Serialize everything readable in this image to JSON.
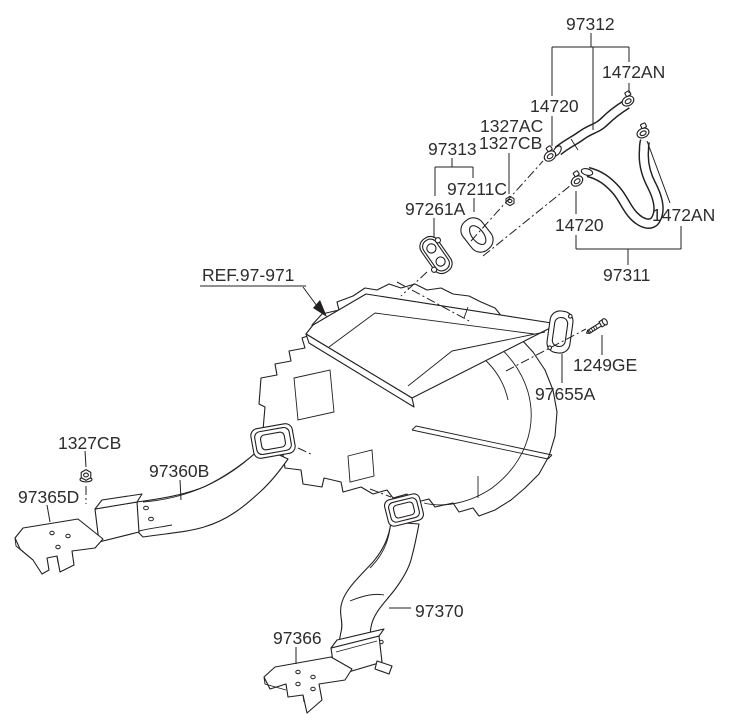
{
  "diagram": {
    "background_color": "#ffffff",
    "line_color": "#231f20",
    "label_color": "#2d2d2d",
    "reference": {
      "label": "REF.97-971"
    },
    "callouts": [
      {
        "id": "hose-97312",
        "label": "97312"
      },
      {
        "id": "clamp-1472an-top",
        "label": "1472AN"
      },
      {
        "id": "clamp-14720-top",
        "label": "14720"
      },
      {
        "id": "nut-1327ac",
        "label": "1327AC"
      },
      {
        "id": "nut-1327cb-top",
        "label": "1327CB"
      },
      {
        "id": "pipe-assy-97313",
        "label": "97313"
      },
      {
        "id": "seal-97211c",
        "label": "97211C"
      },
      {
        "id": "gasket-97261a",
        "label": "97261A"
      },
      {
        "id": "clamp-1472an-bot",
        "label": "1472AN"
      },
      {
        "id": "clamp-14720-bot",
        "label": "14720"
      },
      {
        "id": "hose-97311",
        "label": "97311"
      },
      {
        "id": "bolt-1249ge",
        "label": "1249GE"
      },
      {
        "id": "seal-97655a",
        "label": "97655A"
      },
      {
        "id": "nut-1327cb-left",
        "label": "1327CB"
      },
      {
        "id": "duct-97360b",
        "label": "97360B"
      },
      {
        "id": "cover-97365d",
        "label": "97365D"
      },
      {
        "id": "duct-97370",
        "label": "97370"
      },
      {
        "id": "cover-97366",
        "label": "97366"
      }
    ]
  }
}
